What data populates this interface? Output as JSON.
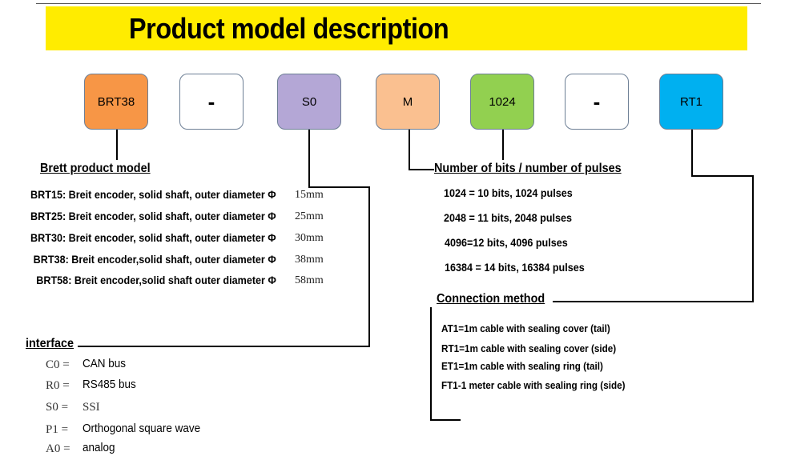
{
  "title": "Product model description",
  "model_boxes": [
    {
      "text": "BRT38",
      "color": "#f79646"
    },
    {
      "text": "-",
      "color": "#ffffff"
    },
    {
      "text": "S0",
      "color": "#b4a7d6"
    },
    {
      "text": "M",
      "color": "#fac090"
    },
    {
      "text": "1024",
      "color": "#92d050"
    },
    {
      "text": "-",
      "color": "#ffffff"
    },
    {
      "text": "RT1",
      "color": "#00b0f0"
    }
  ],
  "brett_model": {
    "heading": "Brett product model",
    "phi": "Φ",
    "items": [
      {
        "label": "BRT15: Breit encoder, solid shaft, outer diameter",
        "size": "15mm"
      },
      {
        "label": "BRT25: Breit encoder, solid shaft, outer diameter",
        "size": "25mm"
      },
      {
        "label": "BRT30: Breit encoder, solid shaft, outer diameter",
        "size": "30mm"
      },
      {
        "label": "BRT38: Breit encoder,solid shaft, outer diameter",
        "size": "38mm"
      },
      {
        "label": "BRT58: Breit encoder,solid shaft outer diameter",
        "size": "58mm"
      }
    ]
  },
  "interface": {
    "heading": "interface",
    "items": [
      {
        "code": "C0 =",
        "desc": "CAN bus"
      },
      {
        "code": "R0 =",
        "desc": "RS485 bus"
      },
      {
        "code": "S0 =",
        "desc": "SSI"
      },
      {
        "code": "P1 =",
        "desc": "Orthogonal square wave"
      },
      {
        "code": "A0 =",
        "desc": "analog"
      }
    ]
  },
  "bits": {
    "heading": "Number of bits / number of pulses",
    "items": [
      "1024 = 10 bits, 1024 pulses",
      "2048 = 11 bits, 2048 pulses",
      "4096=12 bits, 4096 pulses",
      "16384 = 14 bits, 16384 pulses"
    ]
  },
  "connection": {
    "heading": "Connection method",
    "items": [
      "AT1=1m cable with sealing cover (tail)",
      "RT1=1m cable with sealing cover (side)",
      "ET1=1m cable with sealing ring (tail)",
      "FT1-1 meter cable with sealing ring (side)"
    ]
  }
}
